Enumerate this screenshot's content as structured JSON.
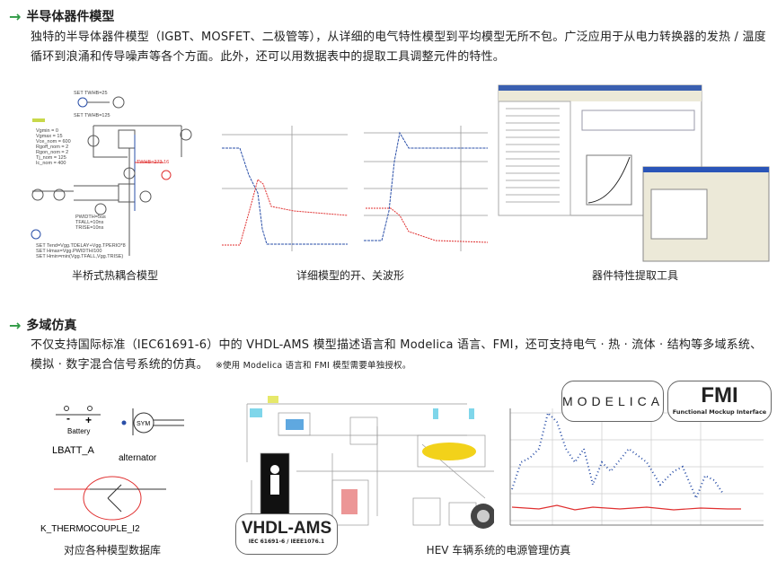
{
  "section1": {
    "icon": "arrow-right-icon",
    "title": "半导体器件模型",
    "body": "独特的半导体器件模型（IGBT、MOSFET、二极管等），从详细的电气特性模型到平均模型无所不包。广泛应用于从电力转换器的发热 / 温度循环到浪涌和传导噪声等各个方面。此外，还可以用数据表中的提取工具调整元件的特性。",
    "captions": [
      "半桥式热耦合模型",
      "详细模型的开、关波形",
      "器件特性提取工具"
    ]
  },
  "section2": {
    "icon": "arrow-right-icon",
    "title": "多域仿真",
    "body": "不仅支持国际标准（IEC61691-6）中的 VHDL-AMS 模型描述语言和 Modelica 语言、FMI，还可支持电气 · 热 · 流体 · 结构等多域系统、模拟 · 数字混合信号系统的仿真。",
    "note": "※使用 Modelica 语言和 FMI 模型需要单独授权。",
    "library": {
      "battery_label": "Battery",
      "battery_name": "LBATT_A",
      "alternator_symbol": "SYM",
      "alternator_name": "alternator",
      "thermocouple_name": "K_THERMOCOUPLE_I2"
    },
    "vhdl_badge": {
      "title": "VHDL-AMS",
      "subtitle": "IEC 61691-6 / IEEE1076.1"
    },
    "modelica_badge": {
      "title": "MODELICA"
    },
    "fmi_badge": {
      "title": "FMI",
      "subtitle": "Functional Mockup Interface"
    },
    "captions": [
      "对应各种模型数据库",
      "HEV 车辆系统的电源管理仿真"
    ]
  },
  "colors": {
    "accent": "#2f9a45",
    "wave_blue": "#2a4fa8",
    "wave_red": "#e03030",
    "wave_green": "#2c8a3c"
  }
}
